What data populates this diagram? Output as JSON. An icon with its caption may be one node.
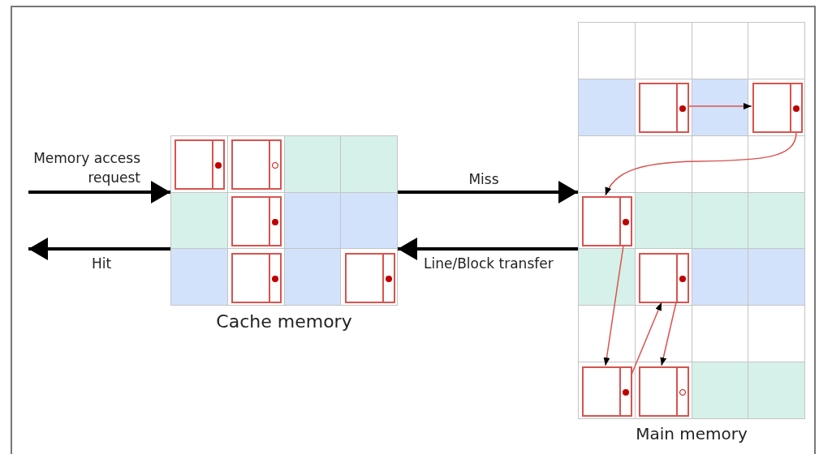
{
  "diagram": {
    "nodes": [
      {
        "text": [
          "Cache memory"
        ]
      },
      {
        "text": [],
        "shape": "box",
        "in": 0
      },
      {
        "text": [],
        "shape": "box",
        "in": 0
      },
      {
        "text": [],
        "shape": "box",
        "in": 0
      },
      {
        "text": [],
        "shape": "box",
        "in": 0
      },
      {
        "text": [],
        "shape": "box",
        "in": 0
      },
      {
        "text": [
          "Main memory"
        ]
      },
      {
        "text": [],
        "shape": "box",
        "in": 6
      },
      {
        "text": [],
        "shape": "box",
        "in": 6
      },
      {
        "text": [],
        "shape": "box",
        "in": 6
      },
      {
        "text": [],
        "shape": "box",
        "in": 6
      },
      {
        "text": [],
        "shape": "box",
        "in": 6
      },
      {
        "text": [],
        "shape": "box",
        "in": 6
      }
    ],
    "edges": [
      {
        "from": null,
        "to": 0,
        "arrow": "to",
        "label": "Memory access request",
        "style": "thick",
        "color": "#000000"
      },
      {
        "from": 0,
        "to": 6,
        "arrow": "to",
        "label": "Miss",
        "style": "thick",
        "color": "#000000"
      },
      {
        "from": 6,
        "to": 0,
        "arrow": "to",
        "label": "Line/Block transfer",
        "style": "thick",
        "color": "#000000"
      },
      {
        "from": 0,
        "to": null,
        "arrow": "to",
        "label": "Hit",
        "style": "thick",
        "color": "#000000"
      },
      {
        "from": 7,
        "to": 8,
        "arrow": "to"
      },
      {
        "from": 8,
        "to": 9,
        "arrow": "to"
      },
      {
        "from": 9,
        "to": 11,
        "arrow": "to"
      },
      {
        "from": 11,
        "to": 10,
        "arrow": "to"
      },
      {
        "from": 10,
        "to": 12,
        "arrow": "to"
      }
    ]
  }
}
